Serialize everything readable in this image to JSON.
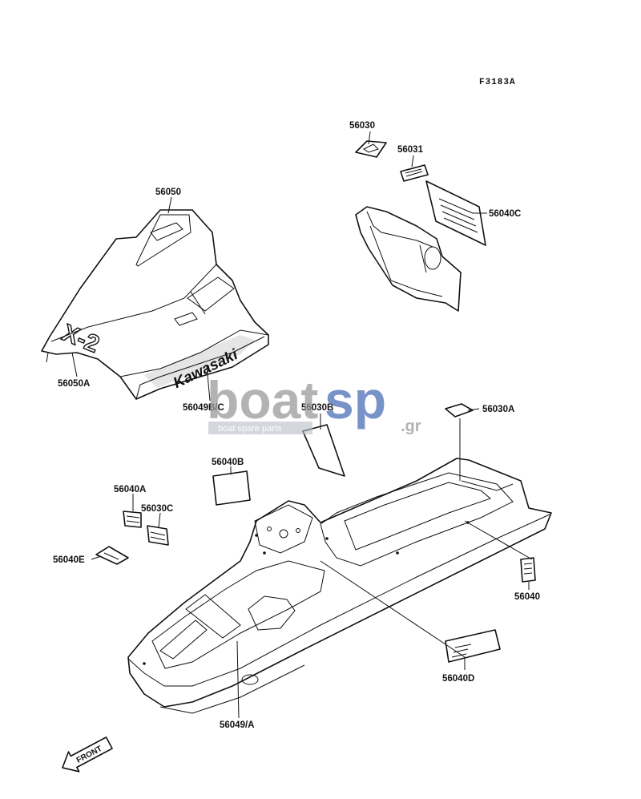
{
  "figure_code": "F3183A",
  "labels": {
    "l56030": "56030",
    "l56031": "56031",
    "l56040C": "56040C",
    "l56050": "56050",
    "l56050A": "56050A",
    "l56049BC": "56049B/C",
    "l56030B": "56030B",
    "l56030A": "56030A",
    "l56040B": "56040B",
    "l56040A": "56040A",
    "l56030C": "56030C",
    "l56040E": "56040E",
    "l56040": "56040",
    "l56040D": "56040D",
    "l56049A": "56049/A"
  },
  "hood_marks": {
    "brand": "Kawasaki",
    "model": "X-2"
  },
  "front_arrow": "FRONT",
  "watermark": {
    "word_a": "boat",
    "word_b": "sp",
    "suffix": ".gr",
    "tagline": "boat spare parts"
  },
  "colors": {
    "ink": "#111111",
    "watermark_grey": "#9a9a9a",
    "watermark_blue": "#4a6fb5"
  }
}
